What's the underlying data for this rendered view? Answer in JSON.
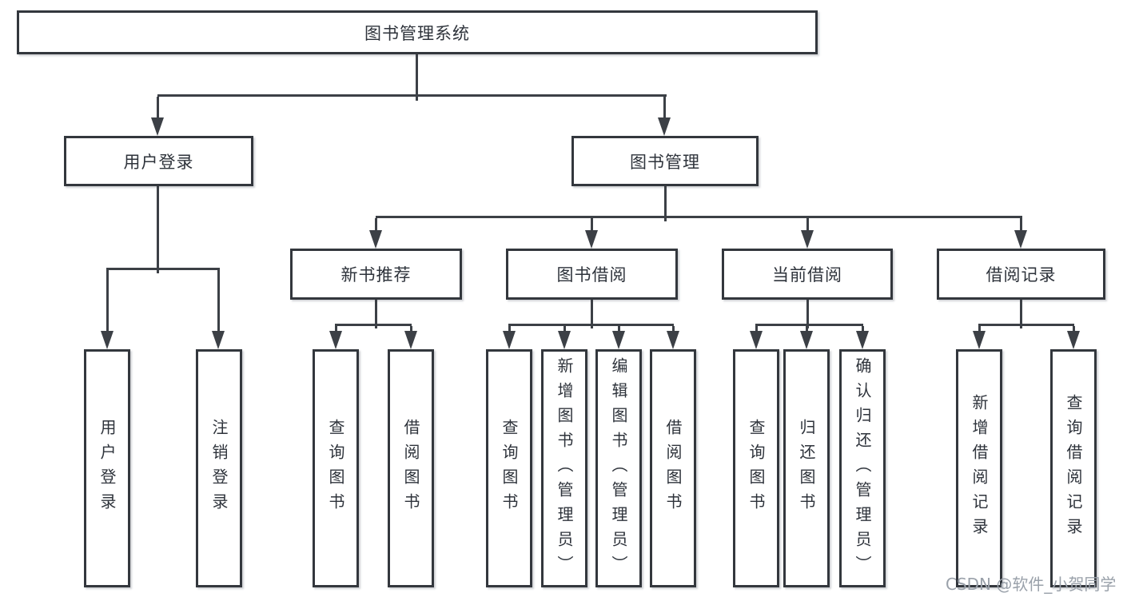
{
  "colors": {
    "line": "#3c4046",
    "border": "#33373d",
    "text": "#2e333b",
    "watermark": "#9aa1aa",
    "fill": "#ffffff"
  },
  "watermark": {
    "text": "CSDN @软件_小贺同学"
  },
  "tree": {
    "label": "图书管理系统",
    "children": [
      {
        "label": "用户登录",
        "children": [
          {
            "label": "用户登录"
          },
          {
            "label": "注销登录"
          }
        ]
      },
      {
        "label": "图书管理",
        "children": [
          {
            "label": "新书推荐",
            "children": [
              {
                "label": "查询图书"
              },
              {
                "label": "借阅图书"
              }
            ]
          },
          {
            "label": "图书借阅",
            "children": [
              {
                "label": "查询图书"
              },
              {
                "label": "新增图书（管理员）"
              },
              {
                "label": "编辑图书（管理员）"
              },
              {
                "label": "借阅图书"
              }
            ]
          },
          {
            "label": "当前借阅",
            "children": [
              {
                "label": "查询图书"
              },
              {
                "label": "归还图书"
              },
              {
                "label": "确认归还（管理员）"
              }
            ]
          },
          {
            "label": "借阅记录",
            "children": [
              {
                "label": "新增借阅记录"
              },
              {
                "label": "查询借阅记录"
              }
            ]
          }
        ]
      }
    ]
  }
}
